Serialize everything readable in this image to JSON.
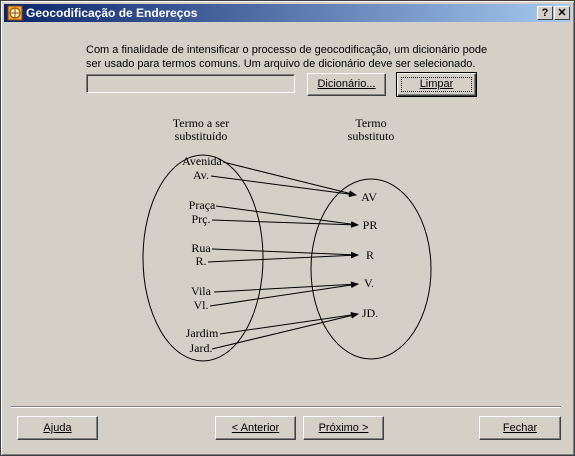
{
  "window": {
    "title": "Geocodificação de Endereços",
    "help_glyph": "?",
    "close_glyph": "✕"
  },
  "description": {
    "line1": "Com a finalidade de intensificar o processo de geocodificação, um dicionário pode",
    "line2": "ser usado para termos comuns. Um arquivo de dicionário deve ser selecionado."
  },
  "dictionary_path": {
    "value": ""
  },
  "buttons": {
    "dictionary": "Dicionário...",
    "clear": "Limpar",
    "help": "Ajuda",
    "previous": "< Anterior",
    "next": "Próximo >",
    "close": "Fechar"
  },
  "diagram": {
    "left_header": [
      "Termo a ser",
      "substituído"
    ],
    "right_header": [
      "Termo",
      "substituto"
    ],
    "groups": [
      {
        "terms": [
          "Avenida",
          "Av."
        ],
        "replacement": "AV"
      },
      {
        "terms": [
          "Praça",
          "Prç."
        ],
        "replacement": "PR"
      },
      {
        "terms": [
          "Rua",
          "R."
        ],
        "replacement": "R"
      },
      {
        "terms": [
          "Vila",
          "Vl."
        ],
        "replacement": "V."
      },
      {
        "terms": [
          "Jardim",
          "Jard."
        ],
        "replacement": "JD."
      }
    ]
  },
  "colors": {
    "face": "#d4d0c8",
    "title_start": "#0a246a",
    "title_end": "#a6caf0"
  }
}
